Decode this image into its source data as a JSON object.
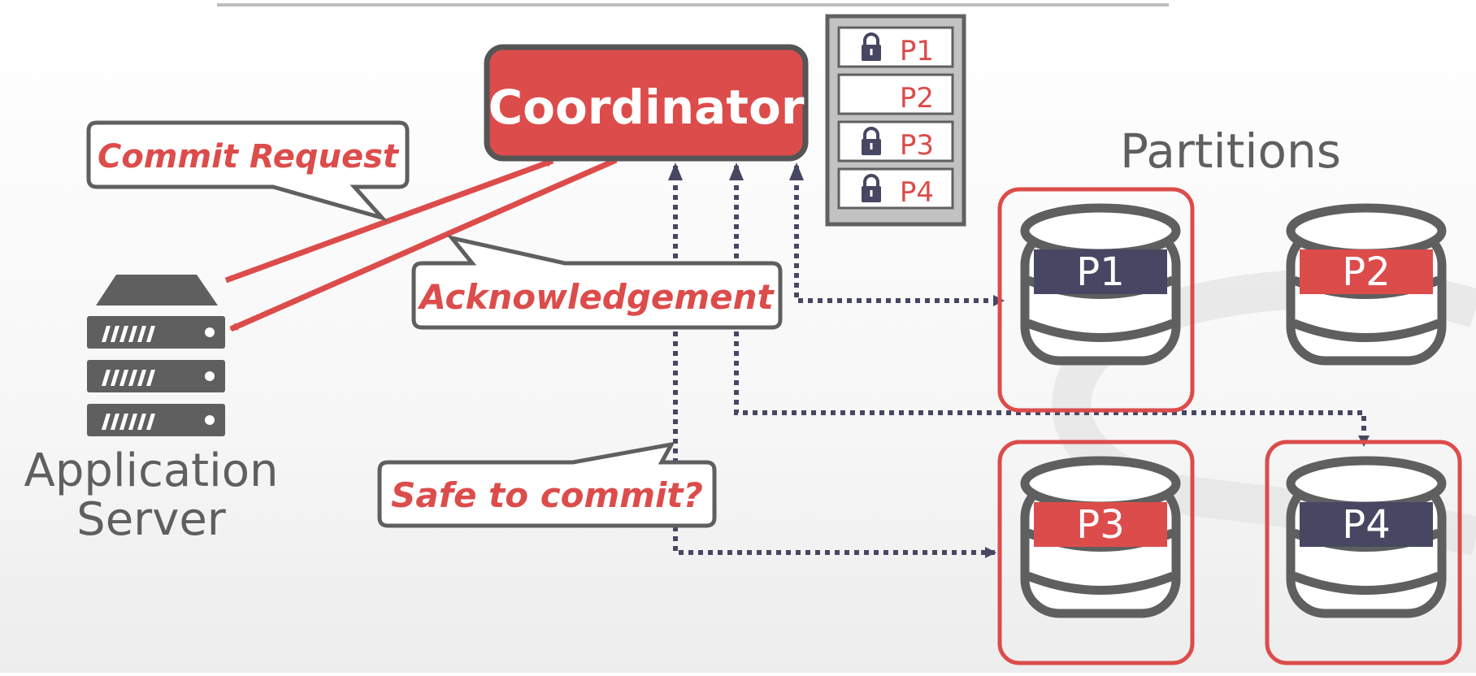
{
  "coordinator": {
    "label": "Coordinator"
  },
  "lock_table": {
    "rows": [
      {
        "label": "P1",
        "locked": true
      },
      {
        "label": "P2",
        "locked": false
      },
      {
        "label": "P3",
        "locked": true
      },
      {
        "label": "P4",
        "locked": true
      }
    ]
  },
  "partitions_title": "Partitions",
  "partitions": [
    {
      "label": "P1",
      "band_color": "#474763",
      "selected": true
    },
    {
      "label": "P2",
      "band_color": "#DC4C4B",
      "selected": false
    },
    {
      "label": "P3",
      "band_color": "#DC4C4B",
      "selected": true
    },
    {
      "label": "P4",
      "band_color": "#474763",
      "selected": true
    }
  ],
  "app_server": {
    "line1": "Application",
    "line2": "Server"
  },
  "callouts": {
    "commit_request": "Commit Request",
    "acknowledgement": "Acknowledgement",
    "safe_to_commit": "Safe to commit?"
  },
  "colors": {
    "accent_red": "#DC4C4B",
    "navy": "#474763",
    "gray": "#5F5F5F"
  }
}
